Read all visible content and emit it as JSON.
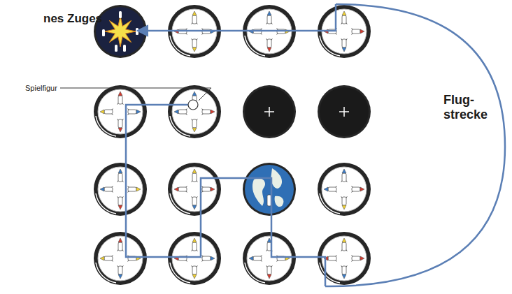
{
  "diagram": {
    "title": "nes Zuges",
    "labels": [
      "Spielfigur",
      "Flug- strecke"
    ]
  }
}
